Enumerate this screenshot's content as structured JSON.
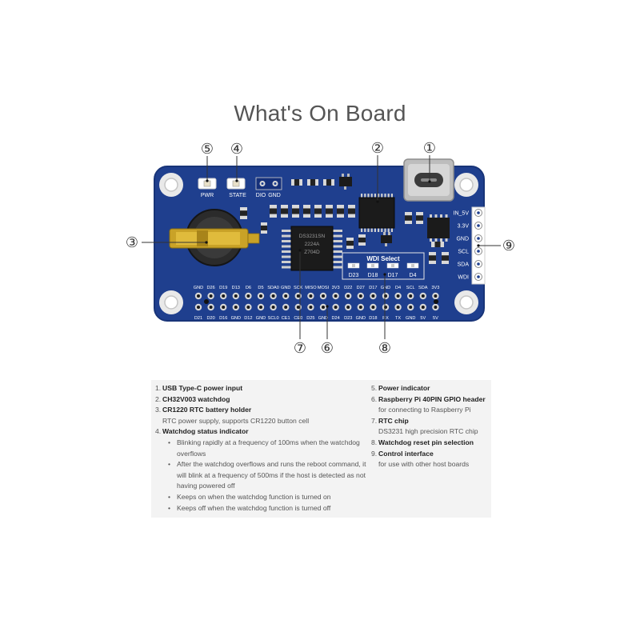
{
  "title": "What's On Board",
  "callouts": [
    "①",
    "②",
    "③",
    "④",
    "⑤",
    "⑥",
    "⑦",
    "⑧",
    "⑨"
  ],
  "board": {
    "top_labels": [
      "PWR",
      "STATE",
      "DIO",
      "GND"
    ],
    "right_labels": [
      "IN_5V",
      "3.3V",
      "GND",
      "SCL",
      "SDA",
      "WDI"
    ],
    "wdi_title": "WDI Select",
    "wdi_pins": [
      "D23",
      "D18",
      "D17",
      "D4"
    ],
    "rtc_chip_text": [
      "DS3231SN",
      "2224A",
      "Z704D"
    ],
    "gpio_top": [
      "GND",
      "D26",
      "D19",
      "D13",
      "D6",
      "D5",
      "SDA0",
      "GND",
      "SCK",
      "MISO",
      "MOSI",
      "3V3",
      "D22",
      "D27",
      "D17",
      "GND",
      "D4",
      "SCL",
      "SDA",
      "3V3"
    ],
    "gpio_bottom": [
      "D21",
      "D20",
      "D16",
      "GND",
      "D12",
      "GND",
      "SCL0",
      "CE1",
      "CE0",
      "D25",
      "GND",
      "D24",
      "D23",
      "GND",
      "D18",
      "RX",
      "TX",
      "GND",
      "5V",
      "5V"
    ]
  },
  "colors": {
    "pcb": "#1f3f8e",
    "pcb_edge": "#183478",
    "pad": "#d7d7d7",
    "chip": "#1b1b1b",
    "gold": "#c9a227"
  },
  "legend": {
    "left": [
      {
        "num": "1.",
        "name": "USB Type-C power input"
      },
      {
        "num": "2.",
        "name": "CH32V003 watchdog"
      },
      {
        "num": "3.",
        "name": "CR1220 RTC battery holder",
        "desc": "RTC power supply, supports CR1220 button cell"
      },
      {
        "num": "4.",
        "name": "Watchdog status indicator"
      }
    ],
    "bullets": [
      "Blinking rapidly at a frequency of 100ms when the watchdog overflows",
      "After the watchdog overflows and runs the reboot command, it will blink at a frequency of 500ms if the host is detected as not having powered off",
      "Keeps on when the watchdog function is turned on",
      "Keeps off when the watchdog function is turned off"
    ],
    "right": [
      {
        "num": "5.",
        "name": "Power indicator"
      },
      {
        "num": "6.",
        "name": "Raspberry Pi 40PIN GPIO header",
        "desc": "for connecting to Raspberry Pi"
      },
      {
        "num": "7.",
        "name": "RTC chip",
        "desc": "DS3231 high precision RTC chip"
      },
      {
        "num": "8.",
        "name": "Watchdog reset pin selection"
      },
      {
        "num": "9.",
        "name": "Control interface",
        "desc": "for use with other host boards"
      }
    ]
  }
}
